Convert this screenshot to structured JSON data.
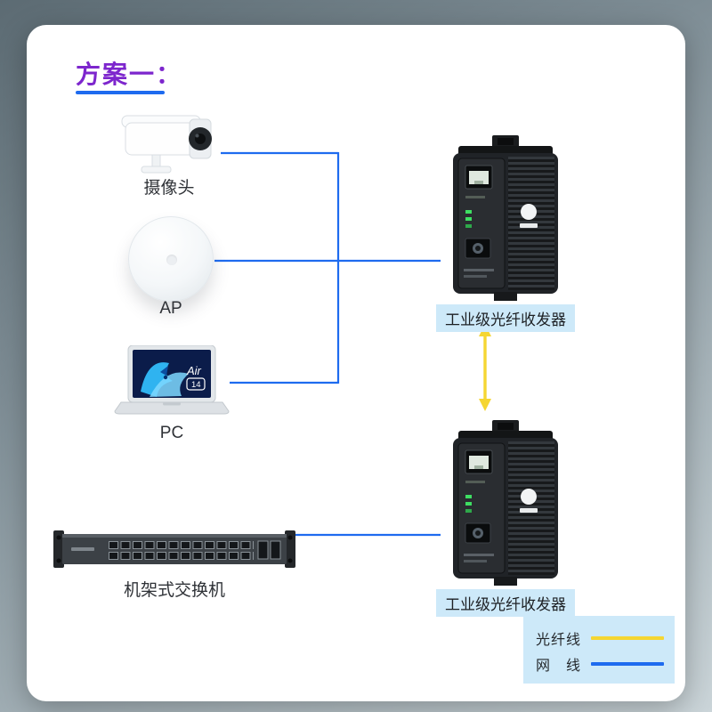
{
  "title": "方案一：",
  "nodes": {
    "camera": {
      "label": "摄像头"
    },
    "ap": {
      "label": "AP"
    },
    "pc": {
      "label": "PC",
      "screen_brand": "Air",
      "screen_model": "14"
    },
    "switch": {
      "label": "机架式交换机"
    },
    "transceiver_top": {
      "label": "工业级光纤收发器"
    },
    "transceiver_bottom": {
      "label": "工业级光纤收发器"
    }
  },
  "legend": {
    "fiber_label": "光纤线",
    "ethernet_label": "网　线"
  },
  "colors": {
    "title": "#7D26CD",
    "title_underline": "#1E6BEF",
    "ethernet_line": "#1E6BEF",
    "fiber_line": "#F5D632",
    "label_highlight": "#CDE9F9"
  }
}
